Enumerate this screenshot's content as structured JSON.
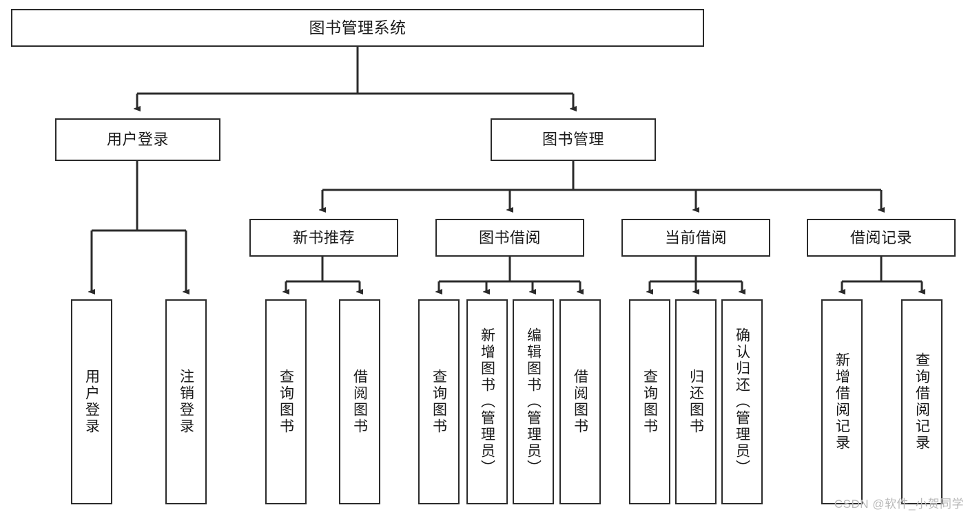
{
  "diagram": {
    "title": "图书管理系统",
    "type": "tree-hierarchy",
    "watermark": "CSDN @软件_小贺同学",
    "colors": {
      "background": "#ffffff",
      "box_stroke": "#2b2b2b",
      "box_fill": "#ffffff",
      "connector": "#2b2b2b",
      "text": "#1a1a1a",
      "watermark": "#b8b8b8"
    },
    "root": {
      "label": "图书管理系统"
    },
    "level2": [
      {
        "label": "用户登录"
      },
      {
        "label": "图书管理"
      }
    ],
    "level3": [
      {
        "label": "新书推荐"
      },
      {
        "label": "图书借阅"
      },
      {
        "label": "当前借阅"
      },
      {
        "label": "借阅记录"
      }
    ],
    "leaves": {
      "user_login": [
        {
          "label": "用户登录"
        },
        {
          "label": "注销登录"
        }
      ],
      "new_book_recommend": [
        {
          "label": "查询图书"
        },
        {
          "label": "借阅图书"
        }
      ],
      "book_borrow": [
        {
          "label": "查询图书"
        },
        {
          "label": "新增图书（管理员）"
        },
        {
          "label": "编辑图书（管理员）"
        },
        {
          "label": "借阅图书"
        }
      ],
      "current_borrow": [
        {
          "label": "查询图书"
        },
        {
          "label": "归还图书"
        },
        {
          "label": "确认归还（管理员）"
        }
      ],
      "borrow_record": [
        {
          "label": "新增借阅记录"
        },
        {
          "label": "查询借阅记录"
        }
      ]
    }
  }
}
